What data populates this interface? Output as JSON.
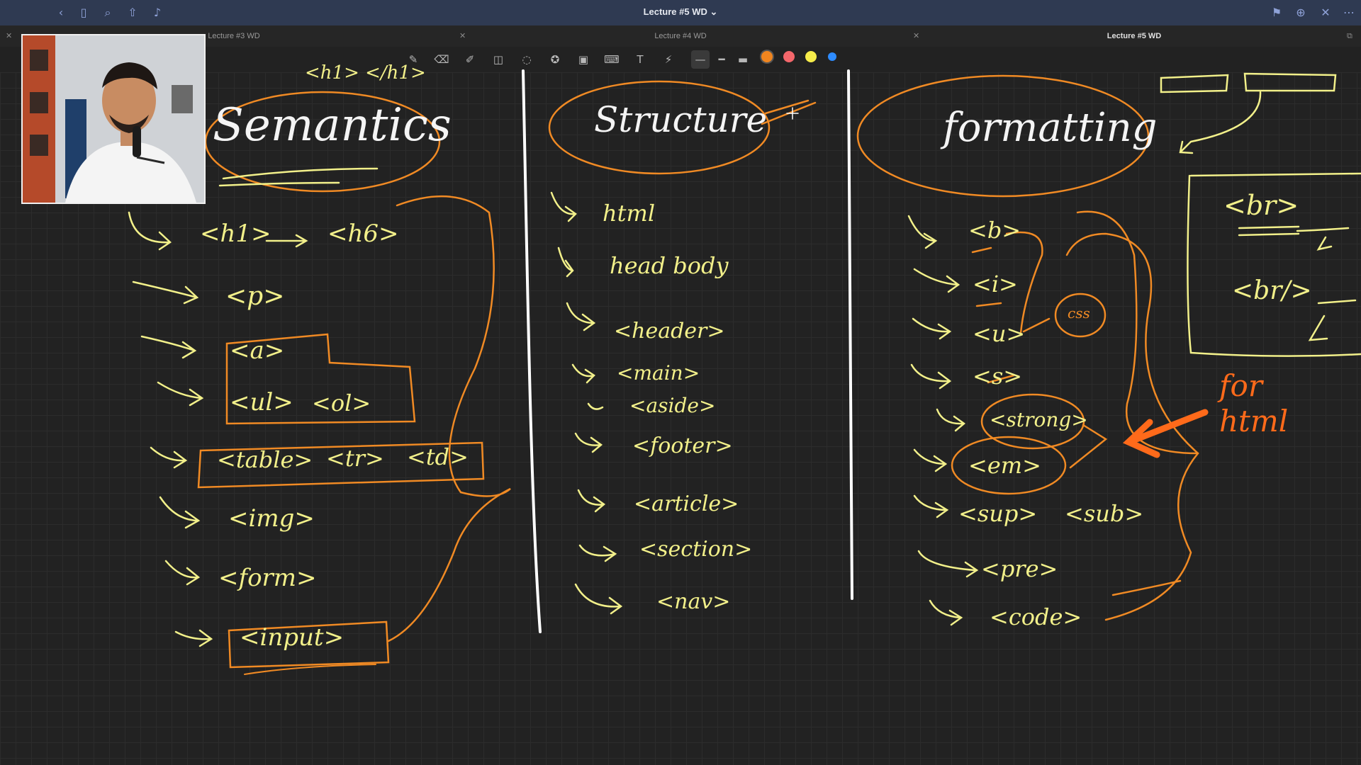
{
  "window": {
    "title": "Lecture #5 WD",
    "title_chevron": "⌄"
  },
  "tabs": [
    {
      "label": "Lecture #3 WD"
    },
    {
      "label": "Lecture #4 WD"
    },
    {
      "label": "Lecture #5 WD"
    }
  ],
  "toolbar": {
    "icons": [
      "pen-icon",
      "eraser-icon",
      "highlighter-icon",
      "shapes-icon",
      "lasso-icon",
      "favorites-icon",
      "image-icon",
      "keyboard-icon",
      "text-icon",
      "laser-icon"
    ],
    "colors": [
      "#f0851f",
      "#f4676b",
      "#f6ec4a",
      "#2e8cff"
    ]
  },
  "colors": {
    "yellow_ink": "#f2f08a",
    "orange_ink": "#f08a24",
    "red_ink": "#ff6a1a",
    "white_ink": "#f4f4f4"
  },
  "board": {
    "semantics": {
      "heading": "Semantics",
      "items": [
        "<h1>",
        "→",
        "<h6>",
        "<p>",
        "<a>",
        "<ul>",
        "<ol>",
        "<table>",
        "<tr>",
        "<td>",
        "<img>",
        "<form>",
        "<input>"
      ],
      "top_scribble": "<h1> </h1>"
    },
    "structure": {
      "heading": "Structure",
      "items": [
        "html",
        "head body",
        "<header>",
        "<main>",
        "<aside>",
        "<footer>",
        "<article>",
        "<section>",
        "<nav>"
      ]
    },
    "formatting": {
      "heading": "formatting",
      "items": [
        "<b>",
        "<i>",
        "<u>",
        "<s>",
        "<strong>",
        "<em>",
        "<sup>",
        "<sub>",
        "<pre>",
        "<code>"
      ],
      "css_label": "css",
      "note": "for html"
    },
    "br": {
      "items": [
        "<br>",
        "<br/>"
      ]
    }
  }
}
